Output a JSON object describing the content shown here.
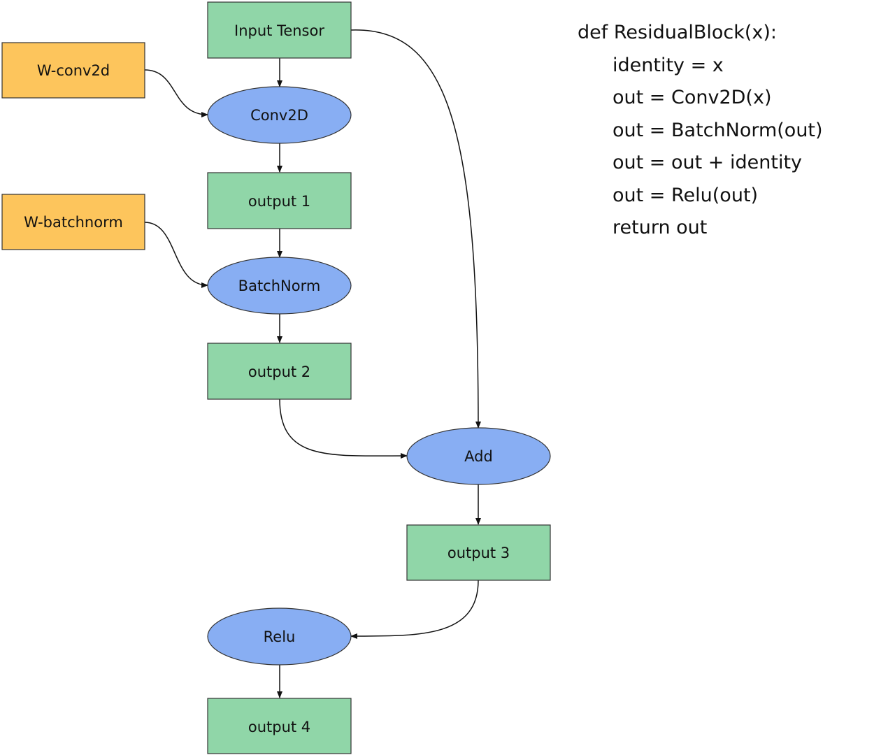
{
  "nodes": {
    "input_tensor": "Input Tensor",
    "w_conv2d": "W-conv2d",
    "conv2d": "Conv2D",
    "output_1": "output 1",
    "w_batchnorm": "W-batchnorm",
    "batchnorm": "BatchNorm",
    "output_2": "output 2",
    "add": "Add",
    "output_3": "output 3",
    "relu": "Relu",
    "output_4": "output 4"
  },
  "code": {
    "signature": "def ResidualBlock(x):",
    "body": [
      "identity = x",
      "out = Conv2D(x)",
      "out = BatchNorm(out)",
      "out = out + identity",
      "out = Relu(out)",
      "return out"
    ]
  },
  "colors": {
    "tensor_fill": "#90D6A8",
    "weight_fill": "#FDC55C",
    "op_fill": "#88AEF3",
    "stroke": "#333333"
  },
  "edges": [
    {
      "from": "input_tensor",
      "to": "conv2d"
    },
    {
      "from": "w_conv2d",
      "to": "conv2d"
    },
    {
      "from": "conv2d",
      "to": "output_1"
    },
    {
      "from": "output_1",
      "to": "batchnorm"
    },
    {
      "from": "w_batchnorm",
      "to": "batchnorm"
    },
    {
      "from": "batchnorm",
      "to": "output_2"
    },
    {
      "from": "output_2",
      "to": "add"
    },
    {
      "from": "input_tensor",
      "to": "add"
    },
    {
      "from": "add",
      "to": "output_3"
    },
    {
      "from": "output_3",
      "to": "relu"
    },
    {
      "from": "relu",
      "to": "output_4"
    }
  ]
}
